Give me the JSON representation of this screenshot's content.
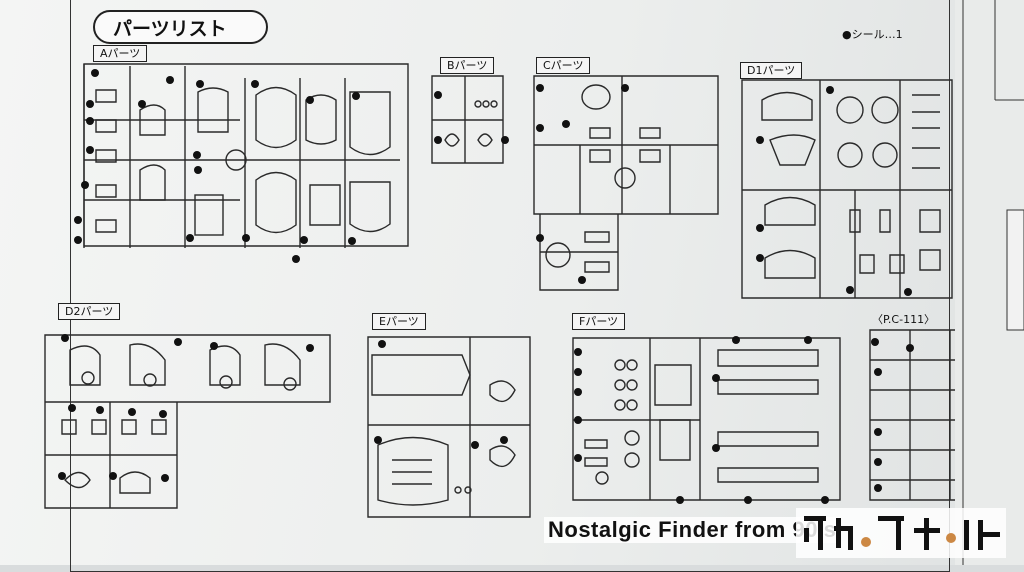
{
  "title": "パーツリスト",
  "seal_note": "●シール…1",
  "sprues": {
    "a": "Aパーツ",
    "b": "Bパーツ",
    "c": "Cパーツ",
    "d1": "D1パーツ",
    "d2": "D2パーツ",
    "e": "Eパーツ",
    "f": "Fパーツ",
    "pc": "〈P.C-111〉"
  },
  "watermark": "Nostalgic Finder from 90's"
}
